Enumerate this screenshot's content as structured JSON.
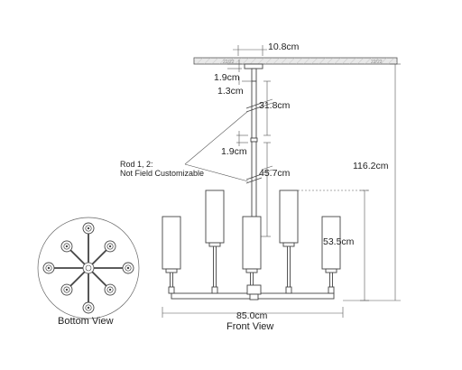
{
  "dimensions": {
    "canopy_width": "10.8cm",
    "canopy_height": "1.9cm",
    "rod_top": "1.3cm",
    "rod_1": "31.8cm",
    "coupler": "1.9cm",
    "rod_2": "45.7cm",
    "overall_height": "116.2cm",
    "body_height": "53.5cm",
    "overall_width": "85.0cm"
  },
  "rod_note": {
    "line1": "Rod 1, 2:",
    "line2": "Not Field Customizable"
  },
  "views": {
    "bottom": "Bottom View",
    "front": "Front View"
  },
  "ceiling_marks": [
    "22/22",
    "22/22"
  ],
  "fixture": {
    "arms": 8,
    "front_shades": 5
  },
  "colors": {
    "line": "#444444",
    "dimension": "#555555",
    "ceiling_fill": "#e6e6e6"
  }
}
